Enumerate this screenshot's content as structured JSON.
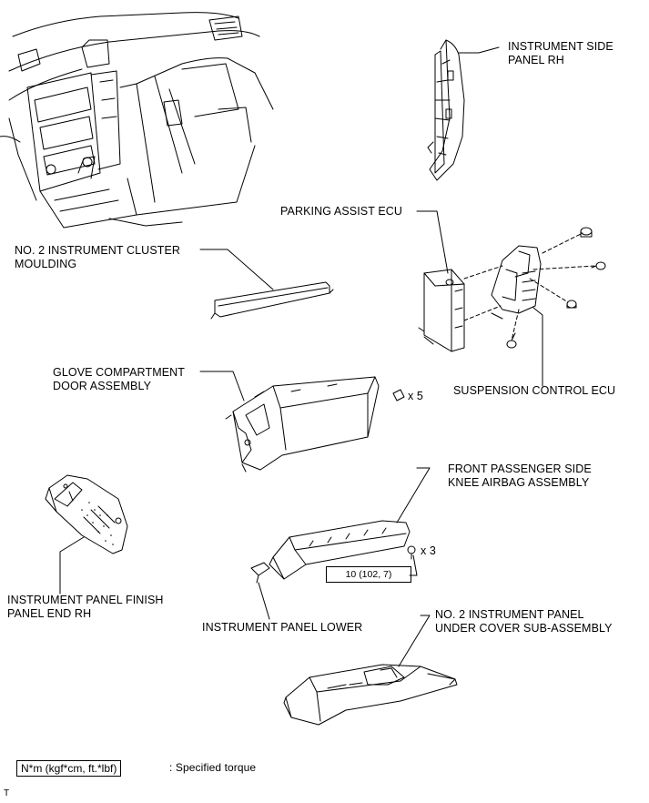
{
  "labels": {
    "instrument_side_panel_rh": [
      "INSTRUMENT SIDE",
      "PANEL RH"
    ],
    "parking_assist_ecu": "PARKING ASSIST ECU",
    "no2_cluster_moulding": [
      "NO. 2 INSTRUMENT CLUSTER",
      "MOULDING"
    ],
    "glove_compartment": [
      "GLOVE COMPARTMENT",
      "DOOR ASSEMBLY"
    ],
    "glove_qty": "x 5",
    "suspension_control_ecu": "SUSPENSION CONTROL ECU",
    "knee_airbag": [
      "FRONT PASSENGER SIDE",
      "KNEE AIRBAG ASSEMBLY"
    ],
    "knee_qty": "x 3",
    "finish_panel_end": [
      "INSTRUMENT PANEL FINISH",
      "PANEL END RH"
    ],
    "panel_lower": "INSTRUMENT PANEL LOWER",
    "under_cover": [
      "NO. 2 INSTRUMENT PANEL",
      "UNDER COVER SUB-ASSEMBLY"
    ]
  },
  "torque_value": "10 (102, 7)",
  "legend": {
    "unit_box": "N*m (kgf*cm, ft.*lbf)",
    "description": ": Specified torque"
  },
  "corner_mark": "T"
}
